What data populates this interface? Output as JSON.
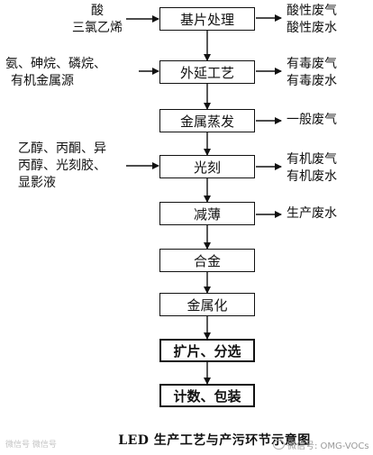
{
  "steps": [
    "基片处理",
    "外延工艺",
    "金属蒸发",
    "光刻",
    "减薄",
    "合金",
    "金属化",
    "扩片、分选",
    "计数、包装"
  ],
  "inputs": {
    "substrate": [
      "酸",
      "三氯乙烯"
    ],
    "epitaxy": [
      "氨、砷烷、磷烷、",
      "有机金属源"
    ],
    "lithography": [
      "乙醇、丙酮、异",
      "丙醇、光刻胶、",
      "显影液"
    ]
  },
  "outputs": {
    "substrate": [
      "酸性废气",
      "酸性废水"
    ],
    "epitaxy": [
      "有毒废气",
      "有毒废水"
    ],
    "metal_evaporation": [
      "一般废气"
    ],
    "lithography": [
      "有机废气",
      "有机废水"
    ],
    "thinning": [
      "生产废水"
    ]
  },
  "caption": "LED 生产工艺与产污环节示意图",
  "watermark": {
    "left": "微信号 微信号",
    "right": "微信号: OMG-VOCs"
  }
}
